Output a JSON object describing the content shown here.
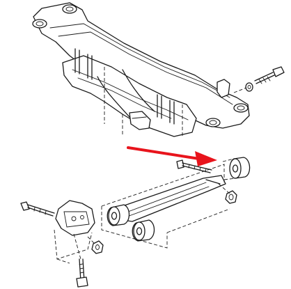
{
  "diagram": {
    "parts": [
      "rear-subframe",
      "subframe-mounting-bolt",
      "subframe-washer",
      "trailing-arm",
      "front-bushing",
      "rear-bushing",
      "arm-bracket",
      "bracket-bolt",
      "pivot-bolt",
      "pivot-nut",
      "lower-bolt",
      "bracket-nut"
    ],
    "callout": {
      "color": "#e8141c",
      "points_to": "front-bushing"
    },
    "line_color": "#1a1a1a",
    "background": "#ffffff"
  }
}
